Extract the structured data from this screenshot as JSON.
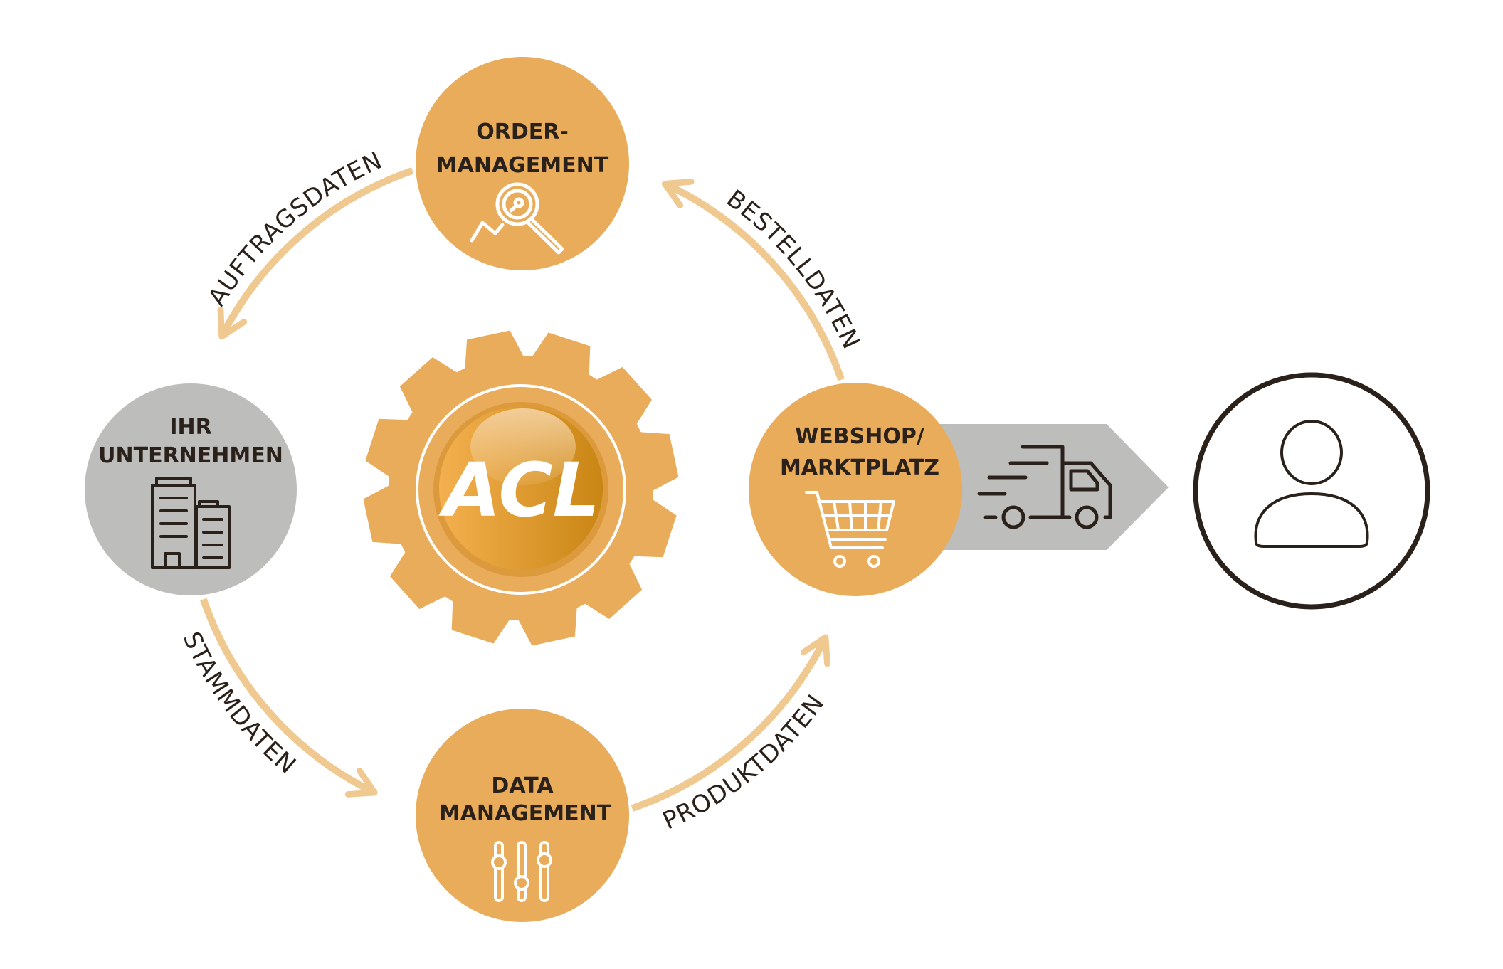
{
  "colors": {
    "accent": "#E8AC5A",
    "neutral": "#BDBDBC",
    "ink": "#2B211B",
    "flow": "#EFC98F"
  },
  "logo": {
    "text": "ACL"
  },
  "nodes": {
    "order": {
      "line1": "ORDER-",
      "line2": "MANAGEMENT",
      "icon": "magnifier-chart-icon"
    },
    "company": {
      "line1": "IHR",
      "line2": "UNTERNEHMEN",
      "icon": "office-building-icon"
    },
    "webshop": {
      "line1": "WEBSHOP/",
      "line2": "MARKTPLATZ",
      "icon": "shopping-cart-icon"
    },
    "data": {
      "line1": "DATA",
      "line2": "MANAGEMENT",
      "icon": "sliders-icon"
    }
  },
  "flows": {
    "auftragsdaten": "AUFTRAGSDATEN",
    "bestelldaten": "BESTELLDATEN",
    "stammdaten": "STAMMDATEN",
    "produktdaten": "PRODUKTDATEN"
  },
  "delivery": {
    "icon": "delivery-truck-icon"
  },
  "customer": {
    "icon": "user-icon"
  }
}
